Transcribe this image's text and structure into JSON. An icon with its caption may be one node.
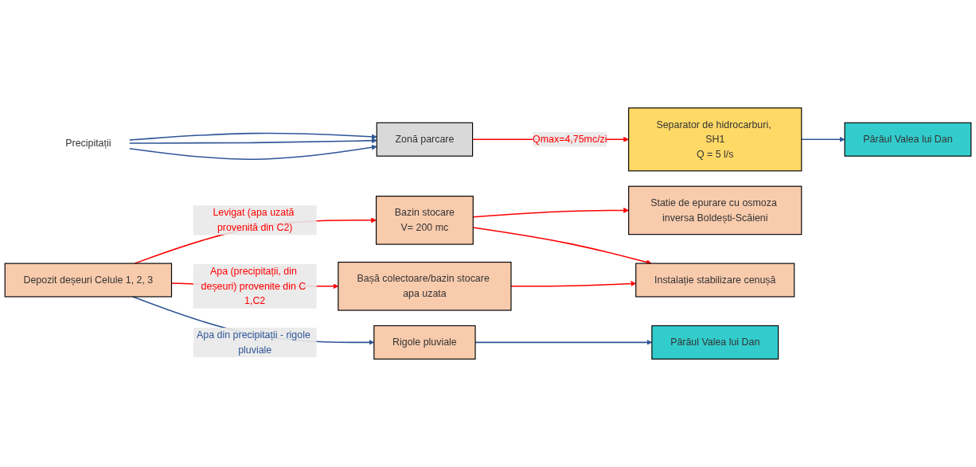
{
  "diagram": {
    "nodes": [
      {
        "text": [
          "Precipitații"
        ]
      },
      {
        "text": [
          "Zonă parcare"
        ]
      },
      {
        "text": [
          "Separator de hidrocarburi, SH1",
          "Q = 5 l/s"
        ]
      },
      {
        "text": [
          "Pârâul Valea lui Dan"
        ]
      },
      {
        "text": [
          "Depozit deșeuri Celule 1, 2, 3"
        ]
      },
      {
        "text": [
          "Bazin stocare",
          "V= 200 mc"
        ]
      },
      {
        "text": [
          "Statie de epurare cu osmoza inversa Boldești-Scăieni"
        ]
      },
      {
        "text": [
          "Instalație stabilizare cenușă"
        ]
      },
      {
        "text": [
          "Bașă colectoare/bazin stocare apa uzata"
        ]
      },
      {
        "text": [
          "Rigole pluviale"
        ]
      },
      {
        "text": [
          "Pârâul Valea lui Dan"
        ]
      }
    ],
    "edges": [
      {
        "from": 0,
        "to": 1,
        "arrow": "to",
        "color": "#2f5597"
      },
      {
        "from": 0,
        "to": 1,
        "arrow": "to",
        "color": "#2f5597"
      },
      {
        "from": 0,
        "to": 1,
        "arrow": "to",
        "color": "#2f5597"
      },
      {
        "from": 1,
        "to": 2,
        "arrow": "to",
        "label": "Qmax=4,75mc/zi",
        "color": "#ff0000"
      },
      {
        "from": 2,
        "to": 3,
        "arrow": "to",
        "color": "#2f5597"
      },
      {
        "from": 4,
        "to": 5,
        "arrow": "to",
        "label": "Levigat (apa uzată provenită din C2)",
        "color": "#ff0000"
      },
      {
        "from": 5,
        "to": 6,
        "arrow": "to",
        "color": "#ff0000"
      },
      {
        "from": 5,
        "to": 7,
        "arrow": "to",
        "color": "#ff0000"
      },
      {
        "from": 4,
        "to": 8,
        "arrow": "to",
        "label": "Apa (precipitații, din deșeuri) provenite din C 1,C2",
        "color": "#ff0000"
      },
      {
        "from": 8,
        "to": 7,
        "arrow": "to",
        "color": "#ff0000"
      },
      {
        "from": 4,
        "to": 9,
        "arrow": "to",
        "label": "Apa din precipitații - rigole pluviale",
        "color": "#2f5597"
      },
      {
        "from": 9,
        "to": 10,
        "arrow": "to",
        "color": "#2f5597"
      }
    ]
  }
}
